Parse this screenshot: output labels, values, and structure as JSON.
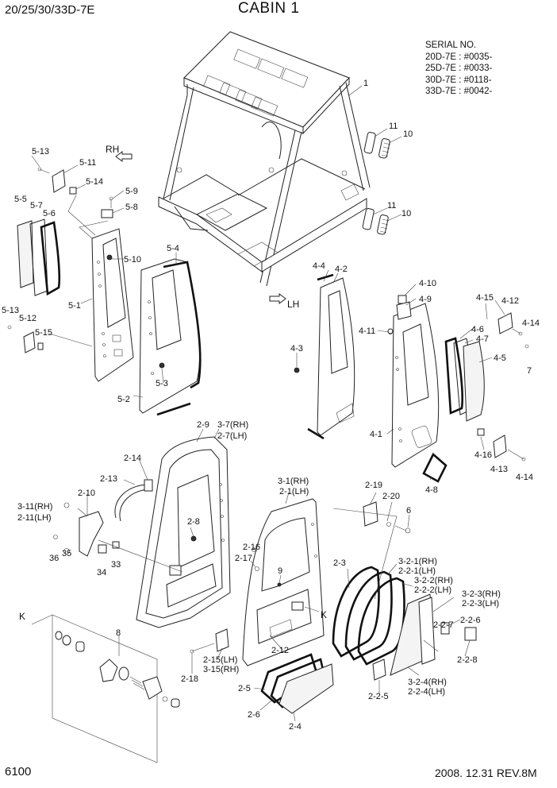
{
  "header": {
    "model": "20/25/30/33D-7E",
    "title": "CABIN 1"
  },
  "serial": {
    "heading": "SERIAL NO.",
    "lines": [
      "20D-7E : #0035-",
      "25D-7E : #0033-",
      "30D-7E : #0118-",
      "33D-7E : #0042-"
    ]
  },
  "direction_labels": {
    "rh": "RH",
    "lh": "LH"
  },
  "section_markers": {
    "k1": "K",
    "k2": "K"
  },
  "footer": {
    "page": "6100",
    "date_rev": "2008. 12.31  REV.8M"
  },
  "callouts": [
    "1",
    "11",
    "10",
    "11",
    "10",
    "5-13",
    "5-11",
    "5-14",
    "5-9",
    "5-8",
    "5-5",
    "5-7",
    "5-6",
    "5-10",
    "5-4",
    "5-1",
    "5-13",
    "5-12",
    "5-15",
    "5-3",
    "5-2",
    "4-4",
    "4-2",
    "4-10",
    "4-9",
    "4-15",
    "4-12",
    "4-11",
    "4-6",
    "4-14",
    "4-7",
    "4-5",
    "4-3",
    "7",
    "4-1",
    "4-16",
    "4-13",
    "4-14",
    "4-8",
    "2-9",
    "3-7(RH)",
    "2-7(LH)",
    "2-14",
    "2-13",
    "2-10",
    "3-11(RH)",
    "2-11(LH)",
    "2-8",
    "35",
    "36",
    "34",
    "33",
    "3-1(RH)",
    "2-1(LH)",
    "2-19",
    "2-20",
    "6",
    "2-16",
    "2-17",
    "9",
    "2-3",
    "3-2-1(RH)",
    "2-2-1(LH)",
    "3-2-2(RH)",
    "2-2-2(LH)",
    "3-2-3(RH)",
    "2-2-3(LH)",
    "8",
    "2-15(LH)",
    "3-15(RH)",
    "2-12",
    "2-18",
    "2-2-7",
    "2-2-6",
    "2-2-8",
    "2-5",
    "2-6",
    "2-4",
    "2-2-5",
    "3-2-4(RH)",
    "2-2-4(LH)"
  ]
}
